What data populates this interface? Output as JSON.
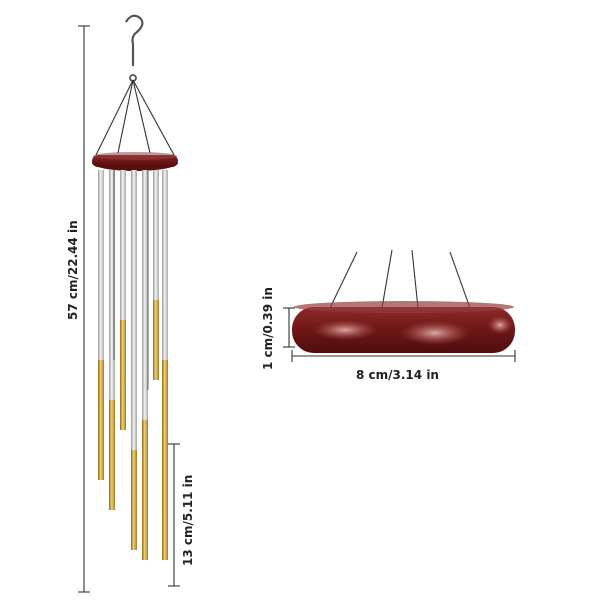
{
  "product": {
    "dimensions": {
      "total_height": "57 cm/22.44 in",
      "tube_length": "13 cm/5.11 in",
      "ring_height": "1 cm/0.39 in",
      "ring_diameter": "8 cm/3.14 in"
    },
    "colors": {
      "wood": "#7a1e1f",
      "wood_highlight": "#c98a86",
      "silver_tube": "#d9d9d9",
      "gold_tube": "#c9a23a",
      "string": "#333333",
      "dimension_line": "#333333"
    }
  }
}
